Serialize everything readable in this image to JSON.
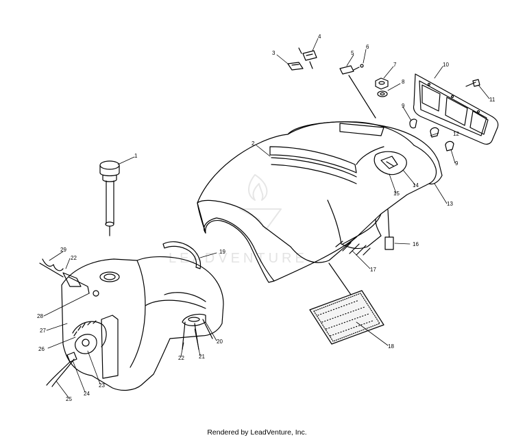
{
  "watermark": {
    "brand": "LEADVENTURE"
  },
  "footer": {
    "text": "Rendered by LeadVenture, Inc."
  },
  "callouts": [
    "1",
    "2",
    "3",
    "4",
    "5",
    "6",
    "7",
    "8",
    "9",
    "10",
    "11",
    "12",
    "9",
    "13",
    "14",
    "15",
    "16",
    "17",
    "18",
    "19",
    "20",
    "21",
    "22",
    "23",
    "24",
    "25",
    "26",
    "27",
    "28",
    "29",
    "22"
  ]
}
